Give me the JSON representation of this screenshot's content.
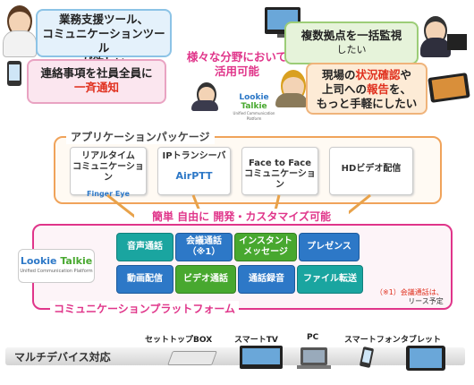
{
  "top": {
    "left_bubble1": {
      "line1": "業務支援ツール、",
      "line2": "コミュニケーションツール",
      "line3": "が欲しい"
    },
    "left_bubble2": {
      "line1": "連絡事項を社員全員に",
      "line2": "一斉通知"
    },
    "center_slogan": {
      "line1": "様々な分野において",
      "line2": "活用可能"
    },
    "right_bubble1": {
      "line1": "複数拠点を一括監視",
      "line2": "したい"
    },
    "right_bubble2": {
      "line1_pre": "現場の",
      "line1_hl": "状況確認",
      "line1_post": "や",
      "line2_pre": "上司への",
      "line2_hl": "報告",
      "line2_post": "を、",
      "line3": "もっと手軽にしたい"
    }
  },
  "logo": {
    "word1": "Lookie",
    "word2": "Talkie",
    "tagline": "Unified Communication Platform"
  },
  "app_package": {
    "title": "アプリケーションパッケージ",
    "cards": [
      {
        "line1": "リアルタイム",
        "line2": "コミュニケーション",
        "brand": "Finger Eye"
      },
      {
        "line1": "IPトランシーバ",
        "line2": "",
        "brand": "AirPTT"
      },
      {
        "line1": "Face to Face",
        "line2": "コミュニケーション",
        "brand": ""
      },
      {
        "line1": "HDビデオ配信",
        "line2": "",
        "brand": ""
      }
    ]
  },
  "middle_text": {
    "part1": "簡単 自由に",
    "part2": "開発・カスタマイズ可能"
  },
  "platform": {
    "title": "コミュニケーションプラットフォーム",
    "pieces": [
      {
        "line1": "音声通話",
        "line2": ""
      },
      {
        "line1": "会議通話",
        "line2": "（※1）"
      },
      {
        "line1": "インスタント",
        "line2": "メッセージ"
      },
      {
        "line1": "プレゼンス",
        "line2": ""
      },
      {
        "line1": "動画配信",
        "line2": ""
      },
      {
        "line1": "ビデオ通話",
        "line2": ""
      },
      {
        "line1": "通話録音",
        "line2": ""
      },
      {
        "line1": "ファイル転送",
        "line2": ""
      }
    ],
    "note_line1": "（※1）会議通話は、",
    "note_line2": "リース予定"
  },
  "multi_device": {
    "title": "マルチデバイス対応",
    "devices": [
      "セットトップBOX",
      "スマートTV",
      "PC",
      "スマートフォン",
      "タブレット"
    ]
  },
  "colors": {
    "pink": "#e0358a",
    "orange": "#f0a35a",
    "blue": "#2d78c7",
    "green": "#48a82f",
    "teal": "#1aa5a0"
  }
}
